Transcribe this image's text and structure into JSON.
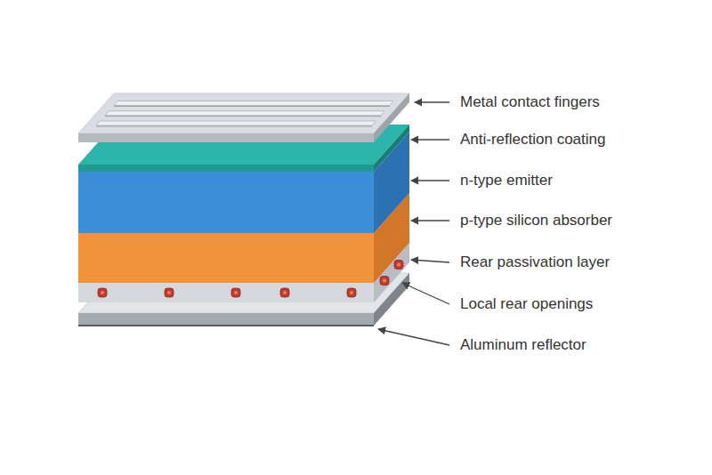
{
  "diagram": {
    "labels": [
      "Metal contact fingers",
      "Anti-reflection coating",
      "n-type emitter",
      "p-type silicon absorber",
      "Rear passivation layer",
      "Local rear openings",
      "Aluminum reflector"
    ]
  }
}
